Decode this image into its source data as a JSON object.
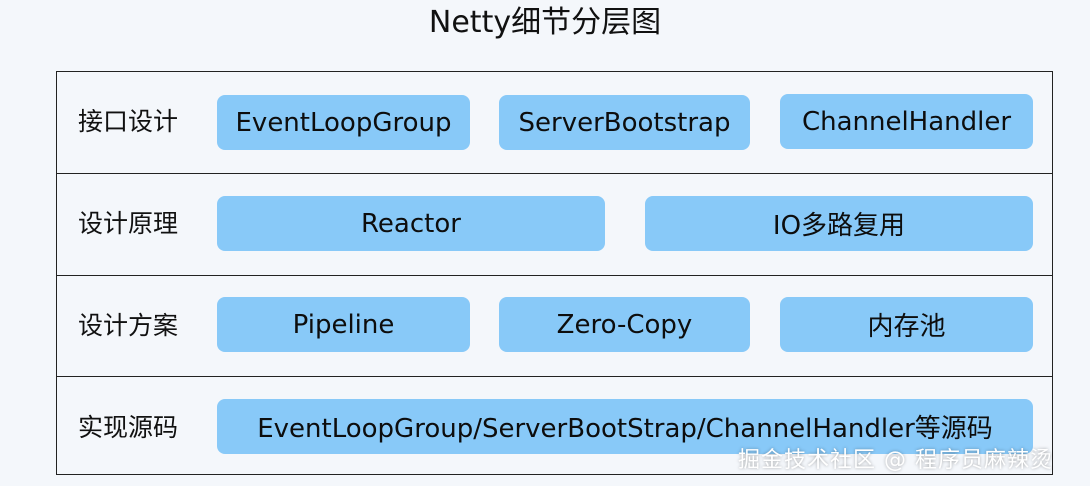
{
  "title": "Netty细节分层图",
  "layers": [
    {
      "label": "接口设计",
      "items": [
        "EventLoopGroup",
        "ServerBootstrap",
        "ChannelHandler"
      ]
    },
    {
      "label": "设计原理",
      "items": [
        "Reactor",
        "IO多路复用"
      ]
    },
    {
      "label": "设计方案",
      "items": [
        "Pipeline",
        "Zero-Copy",
        "内存池"
      ]
    },
    {
      "label": "实现源码",
      "items": [
        "EventLoopGroup/ServerBootStrap/ChannelHandler等源码"
      ]
    }
  ],
  "watermark": "掘金技术社区 @ 程序员麻辣烫"
}
